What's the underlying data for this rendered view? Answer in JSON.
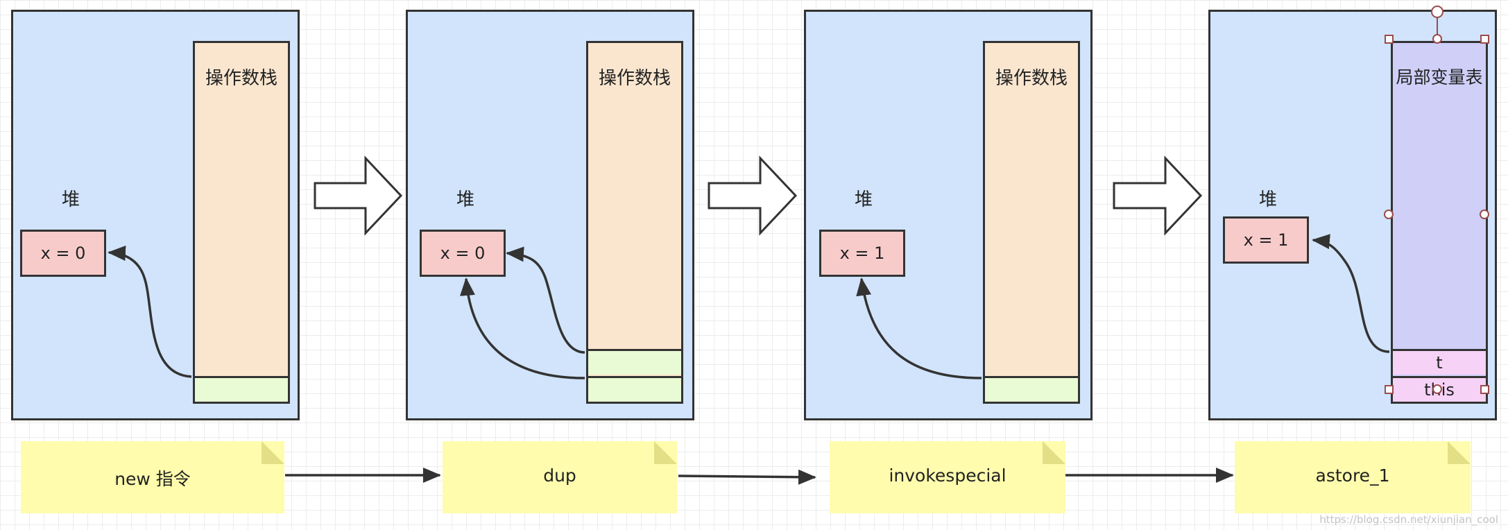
{
  "diagram": {
    "frames": [
      {
        "heap_label": "堆",
        "object": "x = 0",
        "stack_title": "操作数栈",
        "note": "new 指令"
      },
      {
        "heap_label": "堆",
        "object": "x = 0",
        "stack_title": "操作数栈",
        "note": "dup"
      },
      {
        "heap_label": "堆",
        "object": "x = 1",
        "stack_title": "操作数栈",
        "note": "invokespecial"
      },
      {
        "heap_label": "堆",
        "object": "x = 1",
        "table_title": "局部变量表",
        "slots": [
          "t",
          "this"
        ],
        "note": "astore_1"
      }
    ],
    "watermark": "https://blog.csdn.net/xiunjian_cool"
  },
  "colors": {
    "frame_bg": "#d1e4fb",
    "stack_bg": "#fae6cf",
    "slot_bg": "#e8fbd4",
    "object_bg": "#f8cbcb",
    "table_bg": "#cfcff8",
    "table_slot_bg": "#f6d2f6",
    "note_bg": "#fffcad",
    "stroke": "#333333"
  }
}
